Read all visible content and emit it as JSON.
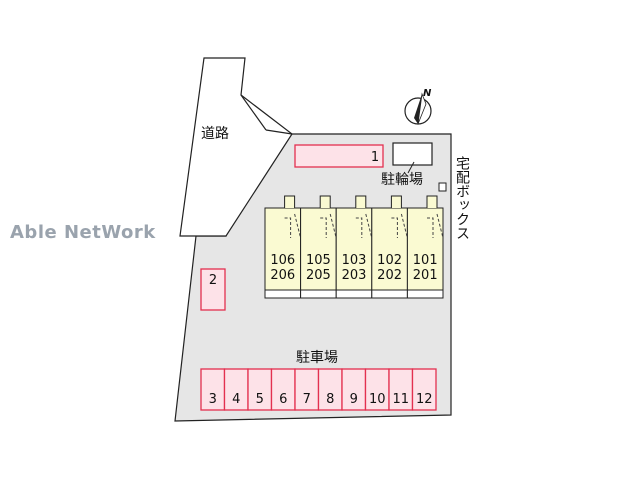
{
  "watermark": "Able NetWork",
  "compass": {
    "letter": "N"
  },
  "labels": {
    "road": "道路",
    "bike_parking": "駐輪場",
    "delivery_box": "宅配ボックス",
    "parking": "駐車場"
  },
  "units": [
    {
      "upper": "106",
      "lower": "206"
    },
    {
      "upper": "105",
      "lower": "205"
    },
    {
      "upper": "103",
      "lower": "203"
    },
    {
      "upper": "102",
      "lower": "202"
    },
    {
      "upper": "101",
      "lower": "201"
    }
  ],
  "parking_spaces": [
    "1",
    "2",
    "3",
    "4",
    "5",
    "6",
    "7",
    "8",
    "9",
    "10",
    "11",
    "12"
  ],
  "colors": {
    "lot": "#e6e6e6",
    "building": "#fafad2",
    "parking_fill": "#fde2e8",
    "parking_border": "#e3304f",
    "watermark": "#9aa3ad"
  }
}
